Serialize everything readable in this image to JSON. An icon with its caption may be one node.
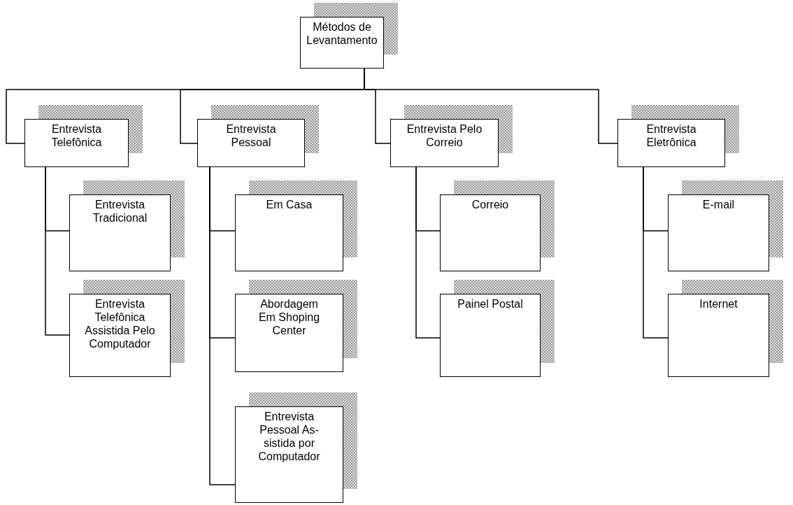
{
  "diagram": {
    "nodes": [
      {
        "text": [
          "Métodos de Levantamento"
        ]
      },
      {
        "text": [
          "Entrevista Telefônica"
        ]
      },
      {
        "text": [
          "Entrevista Tradicional"
        ]
      },
      {
        "text": [
          "Entrevista Telefônica Assistida Pelo Computador"
        ]
      },
      {
        "text": [
          "Entrevista Pessoal"
        ]
      },
      {
        "text": [
          "Em Casa"
        ]
      },
      {
        "text": [
          "Abordagem Em Shoping Center"
        ]
      },
      {
        "text": [
          "Entrevista Pessoal As- sistida por Computador"
        ]
      },
      {
        "text": [
          "Entrevista Pelo Correio"
        ]
      },
      {
        "text": [
          "Correio"
        ]
      },
      {
        "text": [
          "Painel Postal"
        ]
      },
      {
        "text": [
          "Entrevista Eletrônica"
        ]
      },
      {
        "text": [
          "E-mail"
        ]
      },
      {
        "text": [
          "Internet"
        ]
      }
    ],
    "edges": [
      {
        "from": 0,
        "to": 1,
        "arrow": "none"
      },
      {
        "from": 0,
        "to": 4,
        "arrow": "none"
      },
      {
        "from": 0,
        "to": 8,
        "arrow": "none"
      },
      {
        "from": 0,
        "to": 11,
        "arrow": "none"
      },
      {
        "from": 1,
        "to": 2,
        "arrow": "none"
      },
      {
        "from": 1,
        "to": 3,
        "arrow": "none"
      },
      {
        "from": 4,
        "to": 5,
        "arrow": "none"
      },
      {
        "from": 4,
        "to": 6,
        "arrow": "none"
      },
      {
        "from": 4,
        "to": 7,
        "arrow": "none"
      },
      {
        "from": 8,
        "to": 9,
        "arrow": "none"
      },
      {
        "from": 8,
        "to": 10,
        "arrow": "none"
      },
      {
        "from": 11,
        "to": 12,
        "arrow": "none"
      },
      {
        "from": 11,
        "to": 13,
        "arrow": "none"
      }
    ]
  }
}
